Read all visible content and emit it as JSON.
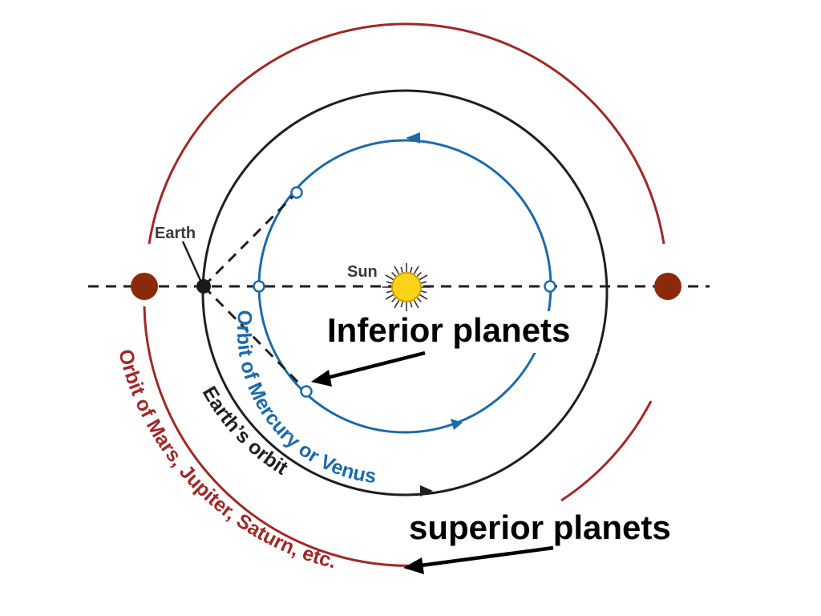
{
  "labels": {
    "earth": "Earth",
    "sun": "Sun",
    "inner_orbit": "Orbit of Mercury or Venus",
    "earth_orbit": "Earth’s orbit",
    "outer_orbit": "Orbit of Mars, Jupiter, Saturn, etc.",
    "inferior": "Inferior planets",
    "superior": "superior planets"
  },
  "colors": {
    "outer_orbit": "#a02828",
    "earth_orbit": "#1f1f1f",
    "inner_orbit": "#1c6aa8",
    "sun": "#ffd21a",
    "sun_rays": "#333333",
    "outer_planet": "#8b2a0a",
    "earth": "#1a1a1a",
    "arrow": "#000000"
  }
}
